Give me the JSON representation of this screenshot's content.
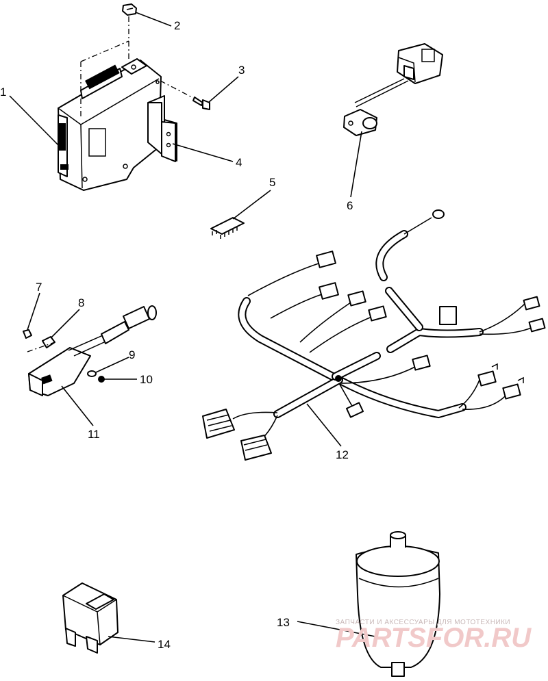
{
  "callouts": [
    {
      "id": "1",
      "text": "1"
    },
    {
      "id": "2",
      "text": "2"
    },
    {
      "id": "3",
      "text": "3"
    },
    {
      "id": "4",
      "text": "4"
    },
    {
      "id": "5",
      "text": "5"
    },
    {
      "id": "6",
      "text": "6"
    },
    {
      "id": "7",
      "text": "7"
    },
    {
      "id": "8",
      "text": "8"
    },
    {
      "id": "9",
      "text": "9"
    },
    {
      "id": "10",
      "text": "10"
    },
    {
      "id": "11",
      "text": "11"
    },
    {
      "id": "12",
      "text": "12"
    },
    {
      "id": "13",
      "text": "13"
    },
    {
      "id": "14",
      "text": "14"
    }
  ],
  "watermark": {
    "tagline": "ЗАПЧАСТИ И АКСЕССУАРЫ ДЛЯ МОТОТЕХНИКИ",
    "brand": "PARTSFOR.RU",
    "color": "#e08080"
  }
}
